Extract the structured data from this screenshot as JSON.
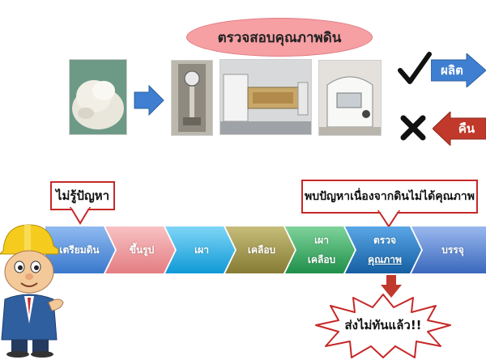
{
  "top": {
    "title": "ตรวจสอบคุณภาพดิน",
    "produce_label": "ผลิต",
    "return_label": "คืน"
  },
  "process": {
    "problem_none_label": "ไม่รู้ปัญหา",
    "problem_found_label": "พบปัญหาเนื่องจากดินไม่ได้คุณภาพ",
    "steps": [
      {
        "lines": [
          "เตรียมดิน"
        ],
        "color": "#4f8fd8"
      },
      {
        "lines": [
          "ขึ้นรูป"
        ],
        "color": "#e58b8f"
      },
      {
        "lines": [
          "เผา"
        ],
        "color": "#1aa4df"
      },
      {
        "lines": [
          "เคลือบ"
        ],
        "color": "#8f8540"
      },
      {
        "lines": [
          "เผา",
          "เคลือบ"
        ],
        "color": "#2f9e5a"
      },
      {
        "lines": [
          "ตรวจ",
          "คุณภาพ"
        ],
        "color": "#1c72b8"
      },
      {
        "lines": [
          "บรรจุ"
        ],
        "color": "#4a78c5"
      }
    ],
    "burst_label": "ส่งไม่ทันแล้ว!!"
  },
  "colors": {
    "blue_arrow": "#3f7fd1",
    "red_arrow": "#c0392b",
    "callout_border": "#c62828"
  }
}
